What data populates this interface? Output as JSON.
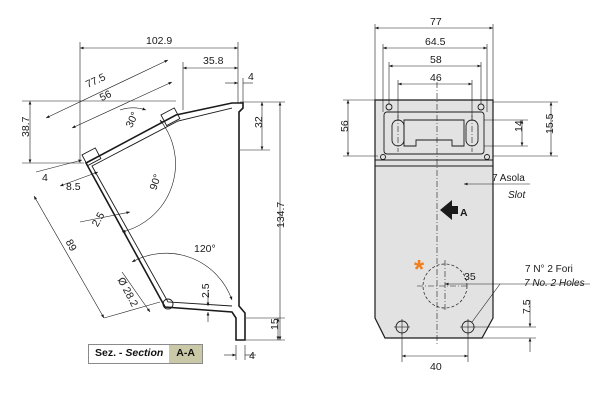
{
  "section": {
    "prefix": "Sez. -",
    "word": "Section",
    "name": "A-A",
    "dims": {
      "d_102_9": "102.9",
      "d_35_8": "35.8",
      "d_4_top": "4",
      "d_77_5": "77.5",
      "d_56": "56",
      "d_38_7": "38.7",
      "d_30deg": "30°",
      "d_32": "32",
      "d_4_left": "4",
      "d_8_5": "8.5",
      "d_90deg": "90°",
      "d_2_5_mid": "2.5",
      "d_134_7": "134.7",
      "d_89": "89",
      "d_120deg": "120°",
      "d_phi": "Ø 28.2",
      "d_2_5_low": "2.5",
      "d_15": "15",
      "d_4_bottom": "4"
    }
  },
  "front": {
    "dims": {
      "d_77": "77",
      "d_64_5": "64.5",
      "d_58": "58",
      "d_46": "46",
      "d_56": "56",
      "d_14": "14",
      "d_15_5": "15.5",
      "d_35": "35",
      "d_7_5": "7.5",
      "d_40": "40"
    },
    "slot_it": "7 Asola",
    "slot_en": "Slot",
    "holes_it": "7 N° 2 Fori",
    "holes_en": "7 No. 2 Holes",
    "arrow_label": "A",
    "asterisk": "*"
  },
  "colors": {
    "plate": "#e2e2e2",
    "legend_tag": "#c9c9a8",
    "asterisk": "#f07d1a"
  }
}
